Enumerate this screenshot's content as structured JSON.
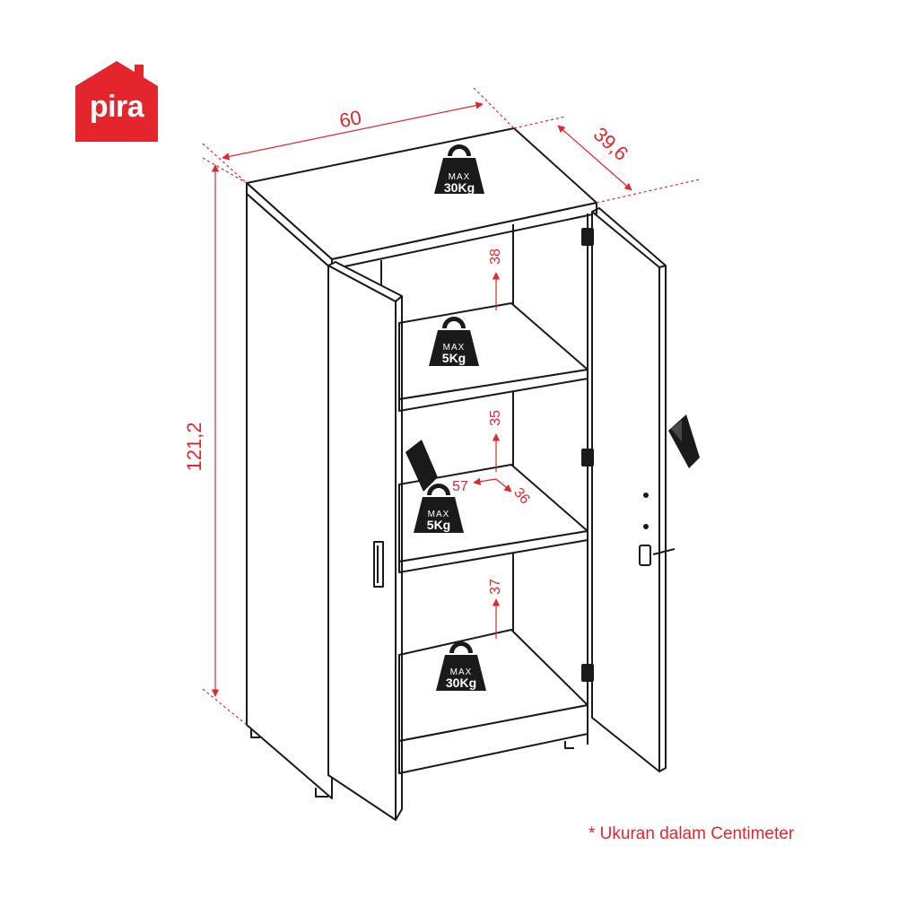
{
  "brand": {
    "name": "pira",
    "color": "#e4262c"
  },
  "dimensions": {
    "width": "60",
    "depth": "39,6",
    "height": "121,2",
    "shelf_gap_top": "38",
    "shelf_gap_middle": "35",
    "shelf_gap_bottom": "37",
    "inner_width": "57",
    "inner_depth": "36"
  },
  "weights": {
    "max_label": "MAX",
    "top": "30Kg",
    "shelf_1": "5Kg",
    "shelf_2": "5Kg",
    "bottom": "30Kg"
  },
  "footnote": "* Ukuran dalam Centimeter",
  "colors": {
    "line": "#1a1a1a",
    "dimension": "#e4262c"
  }
}
